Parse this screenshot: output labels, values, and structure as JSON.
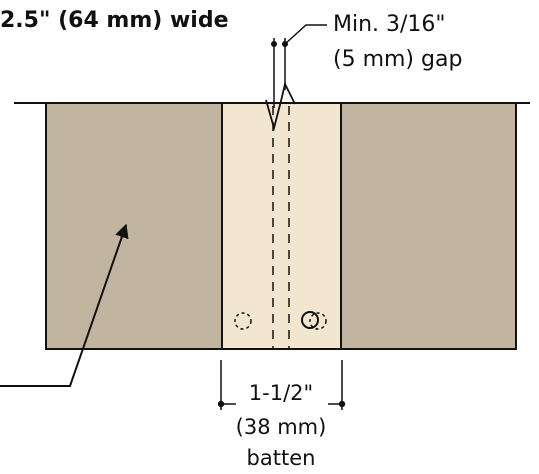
{
  "labels": {
    "width_spec": "2.5\" (64 mm) wide",
    "gap_line1": "Min. 3/16\"",
    "gap_line2": "(5 mm) gap",
    "batten_width_imperial": "1-1/2\"",
    "batten_width_metric": "(38 mm)",
    "batten_label": "batten"
  },
  "colors": {
    "panel_fill": "#c2b59f",
    "batten_fill": "#f2e6d1",
    "stroke": "#111111",
    "background": "#ffffff"
  }
}
